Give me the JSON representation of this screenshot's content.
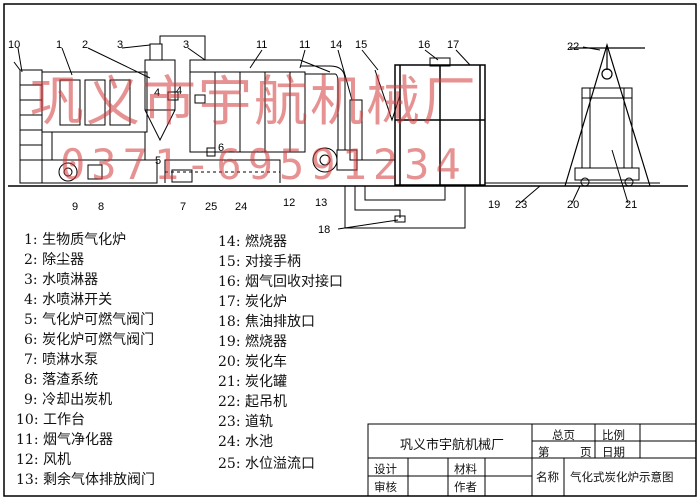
{
  "watermark": {
    "company": "巩义市宇航机械厂",
    "phone": "0371-69591234"
  },
  "callouts": [
    "10",
    "1",
    "2",
    "3",
    "3",
    "11",
    "11",
    "14",
    "15",
    "16",
    "17",
    "22",
    "4",
    "4",
    "5",
    "6",
    "9",
    "8",
    "7",
    "25",
    "24",
    "12",
    "13",
    "19",
    "23",
    "20",
    "21",
    "18"
  ],
  "legend": [
    "1:  生物质气化炉",
    "2:  除尘器",
    "3:  水喷淋器",
    "4:  水喷淋开关",
    "5:  气化炉可燃气阀门",
    "6:  炭化炉可燃气阀门",
    "7:  喷淋水泵",
    "8:  落渣系统",
    "9:  冷却出炭机",
    "10:  工作台",
    "11:  烟气净化器",
    "12:  风机",
    "13:  剩余气体排放阀门",
    "14:  燃烧器",
    "15:  对接手柄",
    "16:  烟气回收对接口",
    "17:  炭化炉",
    "18:  焦油排放口",
    "19:  燃烧器",
    "20:  炭化车",
    "21:  炭化罐",
    "22:  起吊机",
    "23:  道轨",
    "24:  水池",
    "25:  水位溢流口"
  ],
  "title_block": {
    "company": "巩义市宇航机械厂",
    "total_pages": "总页",
    "scale": "比例",
    "page_prefix": "第",
    "page_suffix": "页",
    "date": "日期",
    "design": "设计",
    "material": "材料",
    "name_label": "名称",
    "drawing_name": "气化式炭化炉示意图",
    "review": "审核",
    "author": "作者"
  },
  "colors": {
    "line": "#000000",
    "watermark": "#d23a3a"
  }
}
